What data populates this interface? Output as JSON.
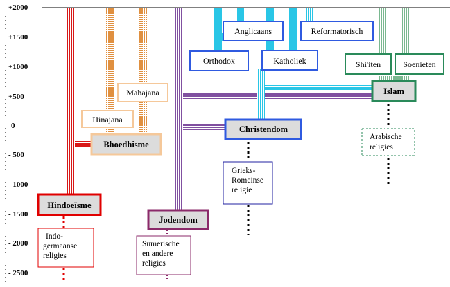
{
  "axis": {
    "ticks": [
      "+2000",
      "+1500",
      "+1000",
      "+500",
      "0",
      "- 500",
      "- 1000",
      "- 1500",
      "- 2000",
      "- 2500"
    ]
  },
  "religions": {
    "hindoeisme": "Hindoeïsme",
    "bhoedhisme": "Bhoedhisme",
    "hinajana": "Hinajana",
    "mahajana": "Mahajana",
    "jodendom": "Jodendom",
    "christendom": "Christendom",
    "orthodox": "Orthodox",
    "katholiek": "Katholiek",
    "anglicaans": "Anglicaans",
    "reformatorisch": "Reformatorisch",
    "islam": "Islam",
    "shiiten": "Shi'iten",
    "soenieten": "Soenieten"
  },
  "origins": {
    "indo": [
      "Indo-",
      "germaanse",
      "religies"
    ],
    "sumerisch": [
      "Sumerische",
      "en andere",
      "religies"
    ],
    "grieks": [
      "Grieks-",
      "Romeinse",
      "religie"
    ],
    "arabisch": [
      "Arabische",
      "religies"
    ]
  },
  "colors": {
    "hindu": "#e00000",
    "buddhist": "#f0b070",
    "jewish": "#8b2a6a",
    "christian": "#2f5ae0",
    "christian_stream": "#29c6e6",
    "islam": "#2a8a5a",
    "arab_note": "#2a8a5a"
  }
}
